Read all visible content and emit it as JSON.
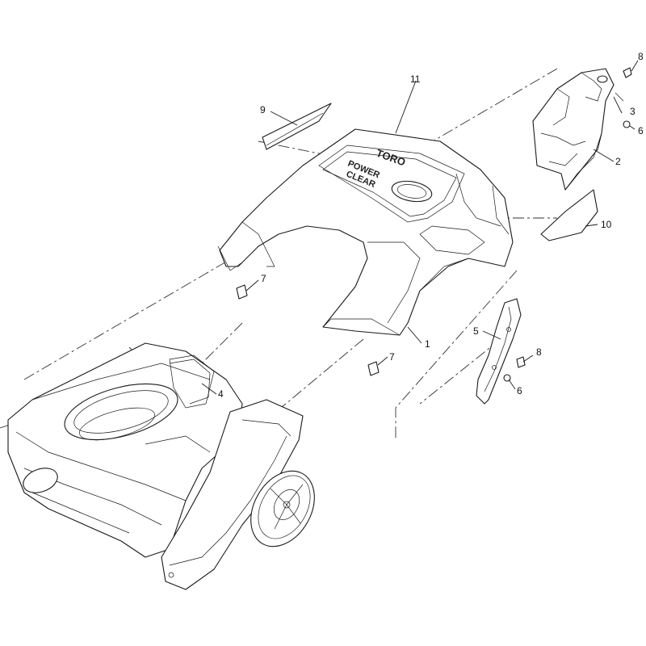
{
  "diagram": {
    "brand_logo": "TORO",
    "product_logo_line1": "POWER",
    "product_logo_line2": "CLEAR",
    "callouts": {
      "c1": "1",
      "c2": "2",
      "c3": "3",
      "c4": "4",
      "c5": "5",
      "c6a": "6",
      "c6b": "6",
      "c7a": "7",
      "c7b": "7",
      "c8a": "8",
      "c8b": "8",
      "c9": "9",
      "c10": "10",
      "c11": "11"
    }
  }
}
